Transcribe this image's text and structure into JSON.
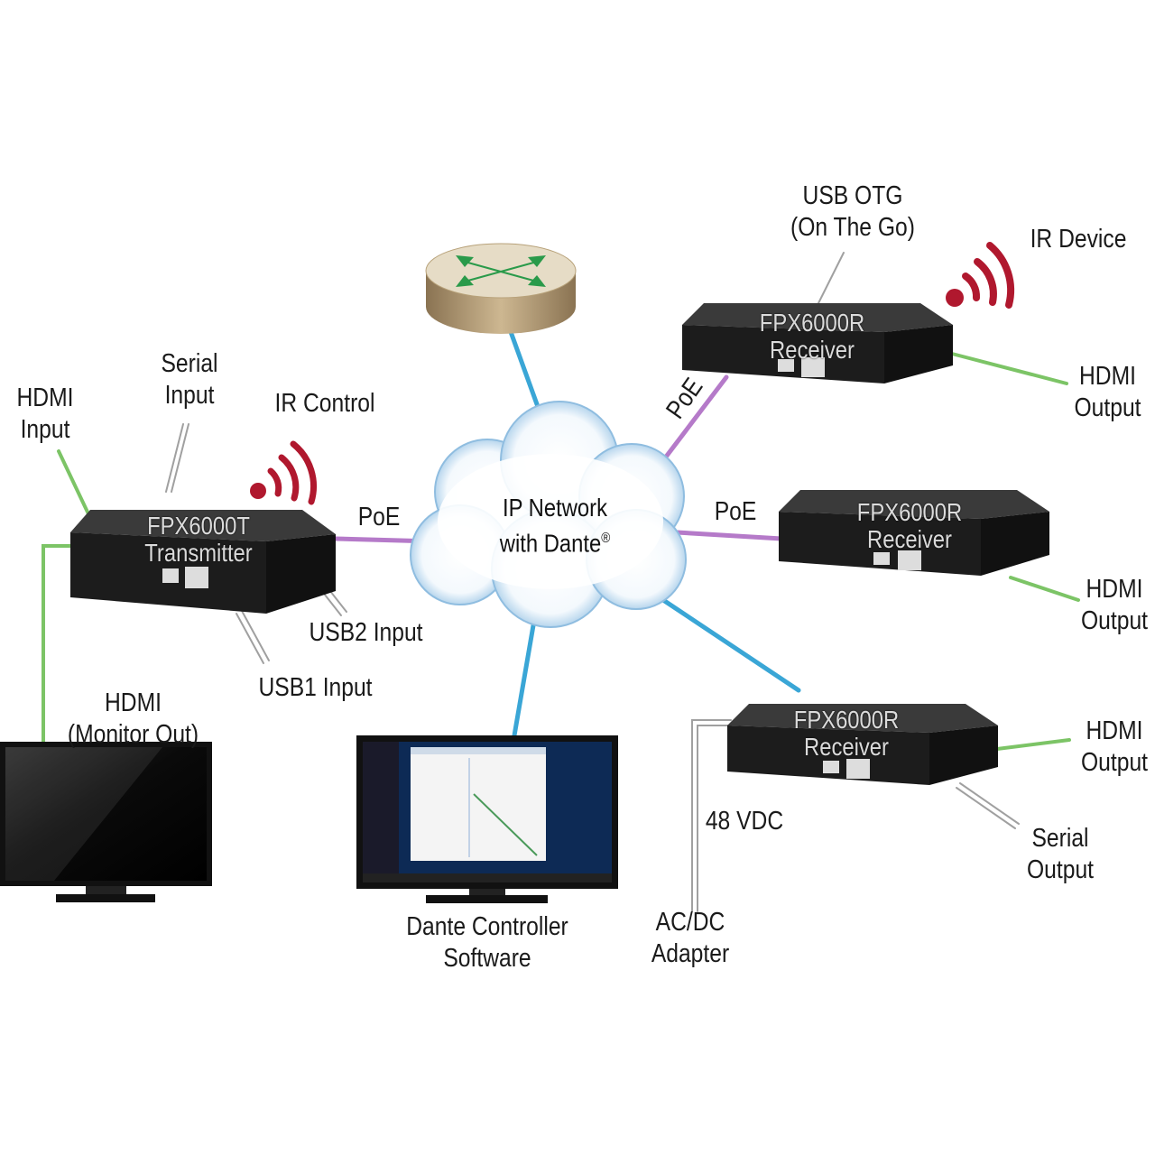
{
  "colors": {
    "network": "#3aa6d6",
    "poe": "#b57ac9",
    "hdmi": "#7cc466",
    "cable": "#9a9a9a",
    "ir": "#b0182e",
    "device": "#1c1c1c"
  },
  "network": {
    "label_line1": "IP Network",
    "label_line2": "with Dante",
    "reg": "®"
  },
  "transmitter": {
    "model": "FPX6000T",
    "role": "Transmitter"
  },
  "receivers": [
    {
      "model": "FPX6000R",
      "role": "Receiver"
    },
    {
      "model": "FPX6000R",
      "role": "Receiver"
    },
    {
      "model": "FPX6000R",
      "role": "Receiver"
    }
  ],
  "labels": {
    "hdmi_input": [
      "HDMI",
      "Input"
    ],
    "serial_input": [
      "Serial",
      "Input"
    ],
    "ir_control": "IR Control",
    "poe_tx": "PoE",
    "usb2_input": "USB2 Input",
    "usb1_input": "USB1 Input",
    "hdmi_monitor_out": [
      "HDMI",
      "(Monitor Out)"
    ],
    "usb_otg": [
      "USB OTG",
      "(On The Go)"
    ],
    "ir_device": "IR Device",
    "poe_rx1": "PoE",
    "poe_rx2": "PoE",
    "hdmi_output_1": [
      "HDMI",
      "Output"
    ],
    "hdmi_output_2": [
      "HDMI",
      "Output"
    ],
    "hdmi_output_3": [
      "HDMI",
      "Output"
    ],
    "vdc": "48 VDC",
    "serial_output": [
      "Serial",
      "Output"
    ],
    "acdc_adapter": [
      "AC/DC",
      "Adapter"
    ],
    "dante_controller": [
      "Dante Controller",
      "Software"
    ]
  }
}
